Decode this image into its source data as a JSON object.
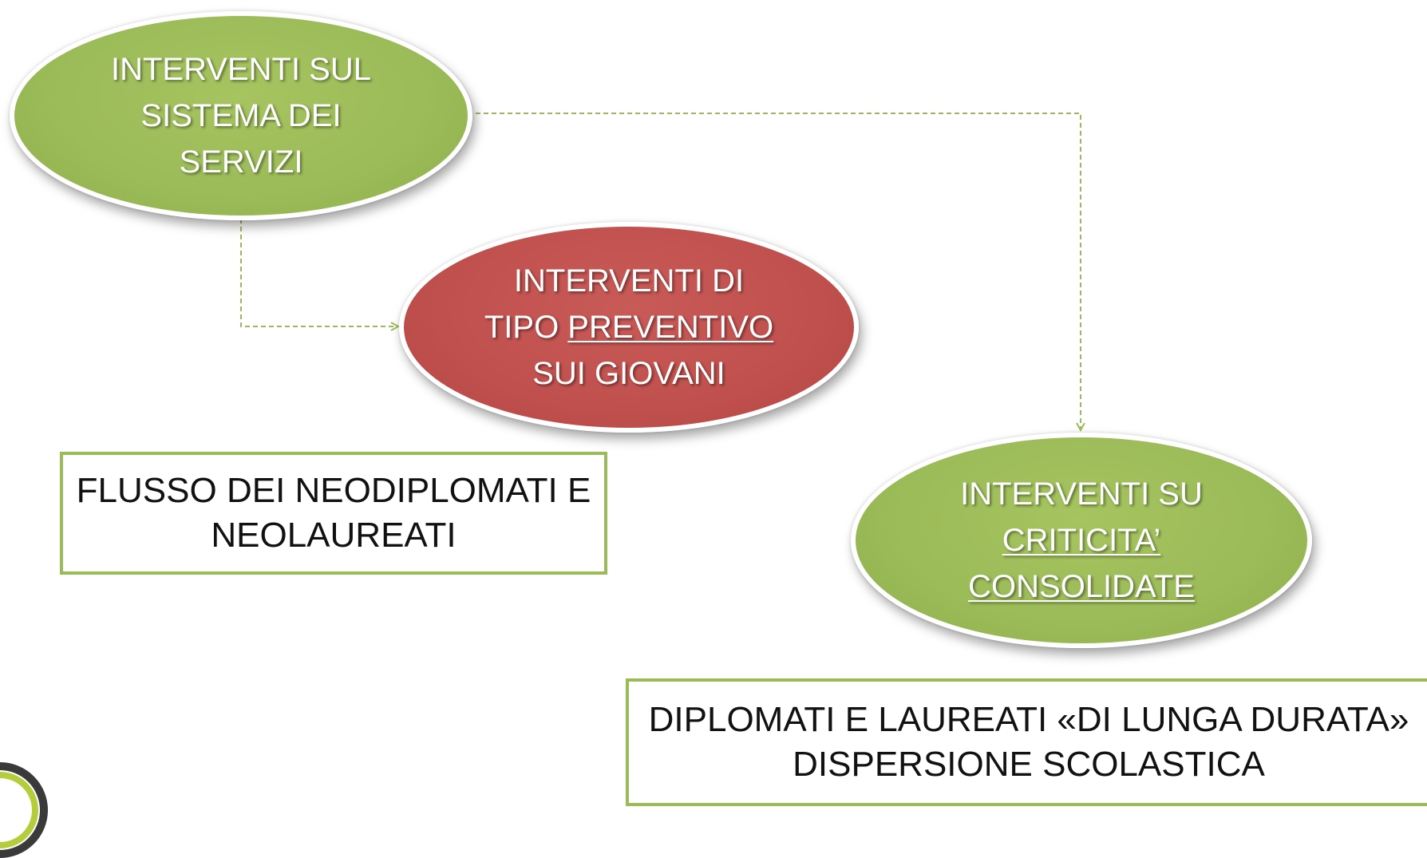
{
  "nodes": {
    "servizi": {
      "line1": "INTERVENTI SUL",
      "line2": "SISTEMA DEI",
      "line3": "SERVIZI"
    },
    "preventivo": {
      "line1": "INTERVENTI DI",
      "line2_prefix": "TIPO ",
      "line2_underlined": "PREVENTIVO",
      "line3": "SUI GIOVANI"
    },
    "criticita": {
      "line1": "INTERVENTI SU",
      "line2_underlined": "CRITICITA’",
      "line3_underlined": "CONSOLIDATE"
    }
  },
  "boxes": {
    "flusso": {
      "line1": "FLUSSO DEI NEODIPLOMATI E",
      "line2": "NEOLAUREATI"
    },
    "lunga_durata": {
      "line1": "DIPLOMATI E LAUREATI «DI LUNGA DURATA»",
      "line2": "DISPERSIONE SCOLASTICA"
    }
  },
  "colors": {
    "green": "#9bbb59",
    "red": "#c0504d",
    "connector": "#9bbb59",
    "text_dark": "#111111",
    "text_light": "#ffffff"
  },
  "icons": {
    "corner_logo": "ring-logo-icon"
  }
}
